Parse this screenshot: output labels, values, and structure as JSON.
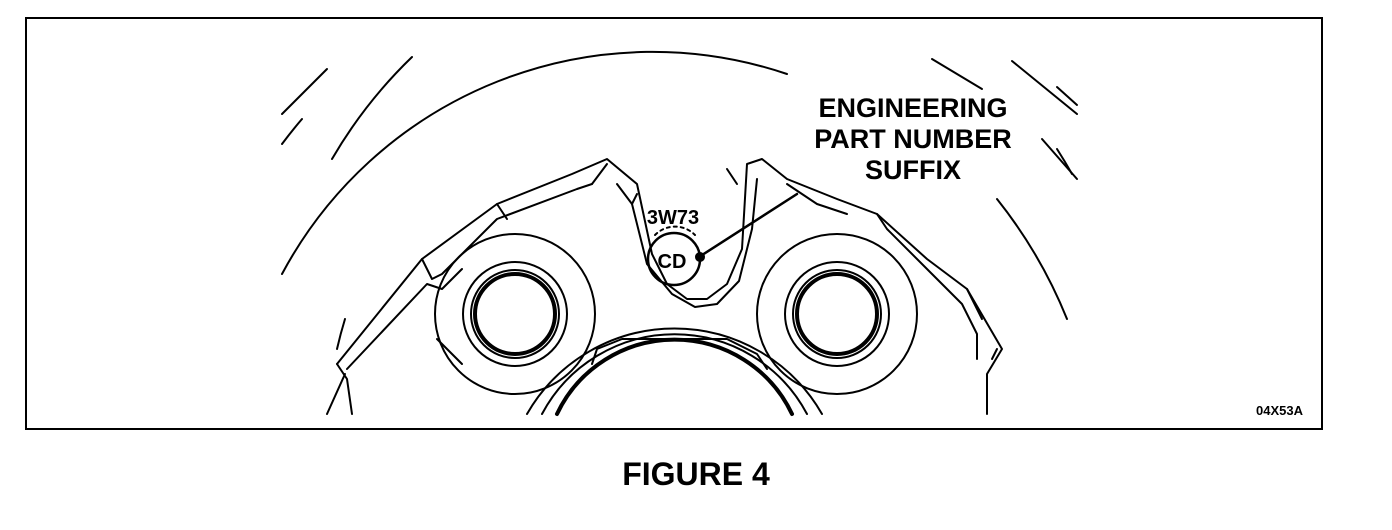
{
  "callout": {
    "line1": "ENGINEERING",
    "line2": "PART NUMBER",
    "line3": "SUFFIX"
  },
  "part_stamp": {
    "number": "3W73",
    "suffix": "CD"
  },
  "reference_code": "04X53A",
  "caption": "FIGURE 4"
}
